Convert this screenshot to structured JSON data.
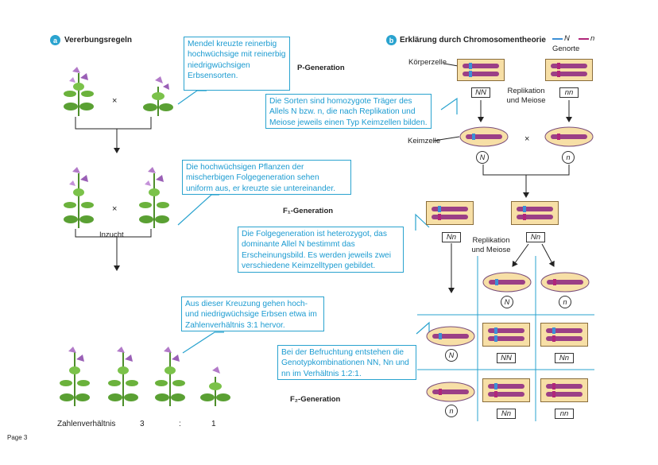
{
  "left": {
    "badge": "a",
    "title": "Vererbungsregeln",
    "callout_p": "Mendel kreuzte reinerbig hochwüchsige mit reinerbig niedrigwüchsigen Erbsensorten.",
    "callout_f1": "Die hochwüchsigen Pflanzen der mischerbigen Folgegeneration sehen uniform aus, er kreuzte sie untereinander.",
    "callout_f2": "Aus dieser Kreuzung gehen hoch- und niedrigwüchsige Erbsen etwa im Zahlenverhältnis 3:1 hervor.",
    "cross_symbol": "×",
    "inzucht": "Inzucht",
    "ratio_label": "Zahlenverhältnis",
    "ratio_3": "3",
    "ratio_colon": ":",
    "ratio_1": "1"
  },
  "generations": {
    "p": "P-Generation",
    "f1": "F₁-Generation",
    "f2": "F₂-Generation"
  },
  "right": {
    "badge": "b",
    "title": "Erklärung durch Chromosomentheorie",
    "legend_n_big": "N",
    "legend_n_small": "n",
    "legend_genorte": "Genorte",
    "koerperzelle": "Körperzelle",
    "keimzelle": "Keimzelle",
    "replikation_1": "Replikation und Meiose",
    "replikation_2": "Replikation und Meiose",
    "callout_sorten": "Die Sorten sind homozygote Träger des Allels N bzw. n, die nach Replikation und Meiose jeweils einen Typ Keimzellen bilden.",
    "callout_folge": "Die Folgegeneration ist heterozygot, das dominante Allel N bestimmt das Erscheinungsbild. Es werden jeweils zwei verschiedene Keimzelltypen gebildet.",
    "callout_befr": "Bei der Befruchtung entstehen die Genotypkombinationen NN, Nn und nn im Verhältnis 1:2:1.",
    "geno_p_left": "NN",
    "geno_p_right": "nn",
    "allele_p_left": "N",
    "allele_p_right": "n",
    "cross_symbol": "×",
    "geno_f1_left": "Nn",
    "geno_f1_right": "Nn",
    "grid_top_1": "N",
    "grid_top_2": "n",
    "grid_left_1": "N",
    "grid_left_2": "n",
    "grid_r1c1": "NN",
    "grid_r1c2": "Nn",
    "grid_r2c1": "Nn",
    "grid_r2c2": "nn"
  },
  "colors": {
    "accent": "#2aa3cf",
    "allele_big": "#3d8fd6",
    "allele_small": "#b0267a",
    "chromosome": "#9b3f86",
    "cell": "#f7dfa6"
  },
  "footer": {
    "page": "Page 3"
  }
}
